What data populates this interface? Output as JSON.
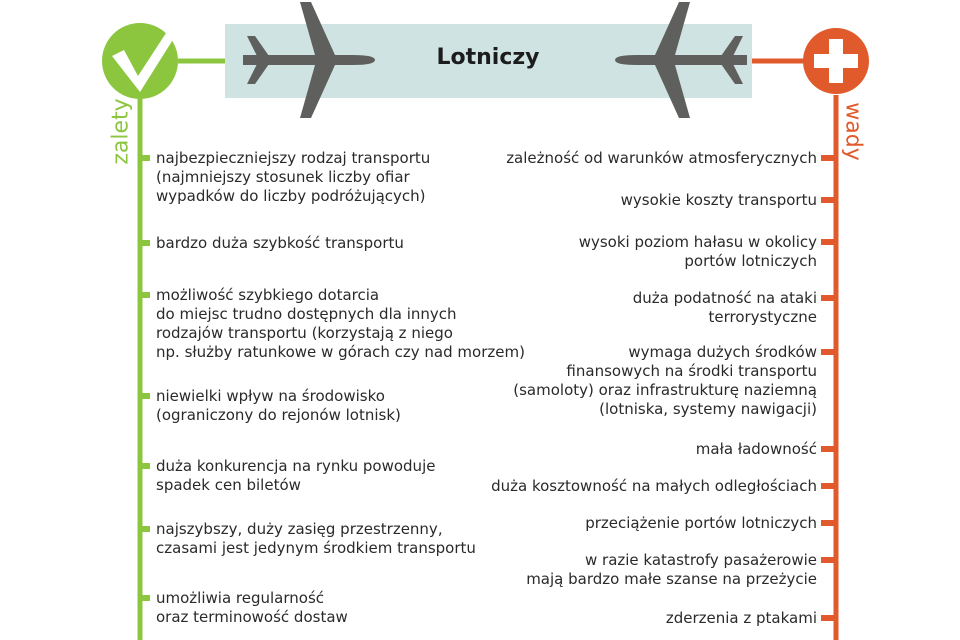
{
  "header": {
    "title": "Lotniczy",
    "pros_label": "zalety",
    "cons_label": "wady"
  },
  "colors": {
    "pros": "#8cc63f",
    "cons": "#e05a2b",
    "banner": "#cfe3e3",
    "plane": "#5f605d"
  },
  "icons": {
    "pros": "checkmark-icon",
    "cons": "plus-icon",
    "plane": "airplane-icon"
  },
  "pros": [
    "najbezpieczniejszy rodzaj transportu\n(najmniejszy stosunek liczby ofiar\nwypadków do liczby podróżujących)",
    "bardzo duża szybkość transportu",
    "możliwość szybkiego dotarcia\ndo miejsc trudno dostępnych dla innych\nrodzajów transportu (korzystają z niego\nnp. służby ratunkowe w górach czy nad morzem)",
    "niewielki wpływ na środowisko\n(ograniczony do rejonów lotnisk)",
    "duża konkurencja na rynku powoduje\nspadek cen biletów",
    "najszybszy, duży zasięg przestrzenny,\nczasami jest jedynym środkiem transportu",
    "umożliwia regularność\noraz terminowość dostaw"
  ],
  "cons": [
    "zależność od warunków atmosferycznych",
    "wysokie koszty transportu",
    "wysoki poziom hałasu w okolicy\nportów lotniczych",
    "duża podatność na ataki\nterrorystyczne",
    "wymaga dużych środków\nfinansowych na środki transportu\n(samoloty) oraz infrastrukturę naziemną\n(lotniska, systemy nawigacji)",
    "mała ładowność",
    "duża kosztowność na małych odległościach",
    "przeciążenie portów lotniczych",
    "w razie katastrofy pasażerowie\nmają bardzo małe szanse na przeżycie",
    "zderzenia z ptakami"
  ]
}
